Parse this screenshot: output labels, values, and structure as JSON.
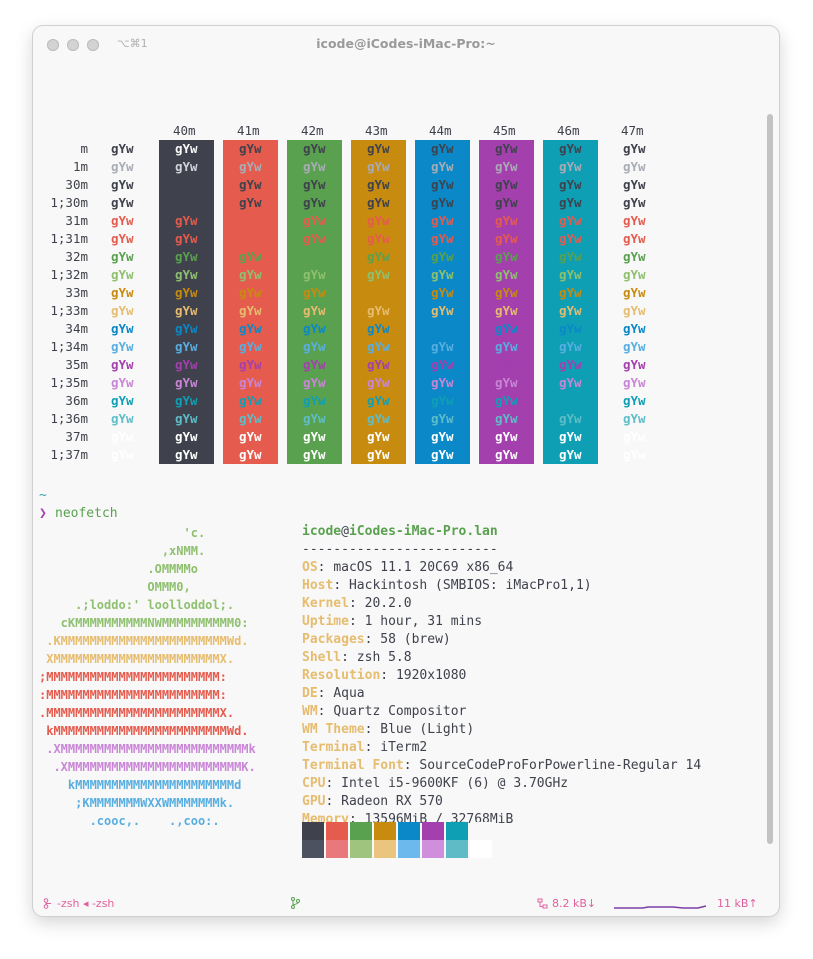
{
  "window": {
    "title": "icode@iCodes-iMac-Pro:~",
    "shortcut": "⌥⌘1"
  },
  "colortest": {
    "bg_headers": [
      "40m",
      "41m",
      "42m",
      "43m",
      "44m",
      "45m",
      "46m",
      "47m"
    ],
    "row_labels": [
      "m",
      "1m",
      "30m",
      "1;30m",
      "31m",
      "1;31m",
      "32m",
      "1;32m",
      "33m",
      "1;33m",
      "34m",
      "1;34m",
      "35m",
      "1;35m",
      "36m",
      "1;36m",
      "37m",
      "1;37m"
    ],
    "sample_text": "gYw",
    "bg_colors": [
      "#3f424c",
      "#e55b4d",
      "#59a14f",
      "#c78b10",
      "#0a88c7",
      "#a43fae",
      "#0e9fb5",
      "#f8f8f8"
    ],
    "fg_colors": [
      "#3f424c",
      "#a8acb5",
      "#3f424c",
      "#3f424c",
      "#e55b4d",
      "#e55b4d",
      "#59a14f",
      "#8ec06f",
      "#c78b10",
      "#e6bc6f",
      "#0a88c7",
      "#58aee0",
      "#a43fae",
      "#c985d6",
      "#0e9fb5",
      "#5dbdc8",
      "#ffffff",
      "#ffffff"
    ]
  },
  "prompt": {
    "tilde": "~",
    "arrow": "❯",
    "command": "neofetch"
  },
  "neofetch": {
    "logo": [
      {
        "text": "                    'c.",
        "color": "#8ec06f"
      },
      {
        "text": "                 ,xNMM.",
        "color": "#8ec06f"
      },
      {
        "text": "               .OMMMMo",
        "color": "#8ec06f"
      },
      {
        "text": "               OMMM0,",
        "color": "#8ec06f"
      },
      {
        "text": "     .;loddo:' loolloddol;.",
        "color": "#8ec06f"
      },
      {
        "text": "   cKMMMMMMMMMMNWMMMMMMMMMM0:",
        "color": "#8ec06f"
      },
      {
        "text": " .KMMMMMMMMMMMMMMMMMMMMMMMWd.",
        "color": "#e6bc6f"
      },
      {
        "text": " XMMMMMMMMMMMMMMMMMMMMMMMX.",
        "color": "#e6bc6f"
      },
      {
        "text": ";MMMMMMMMMMMMMMMMMMMMMMMM:",
        "color": "#e55b4d"
      },
      {
        "text": ":MMMMMMMMMMMMMMMMMMMMMMMM:",
        "color": "#e55b4d"
      },
      {
        "text": ".MMMMMMMMMMMMMMMMMMMMMMMMX.",
        "color": "#e55b4d"
      },
      {
        "text": " kMMMMMMMMMMMMMMMMMMMMMMMMWd.",
        "color": "#e55b4d"
      },
      {
        "text": " .XMMMMMMMMMMMMMMMMMMMMMMMMMMk",
        "color": "#c985d6"
      },
      {
        "text": "  .XMMMMMMMMMMMMMMMMMMMMMMMMK.",
        "color": "#c985d6"
      },
      {
        "text": "    kMMMMMMMMMMMMMMMMMMMMMMd",
        "color": "#58aee0"
      },
      {
        "text": "     ;KMMMMMMMWXXWMMMMMMMk.",
        "color": "#58aee0"
      },
      {
        "text": "       .cooc,.    .,coo:.",
        "color": "#58aee0"
      }
    ],
    "user": "icode",
    "at": "@",
    "host": "iCodes-iMac-Pro.lan",
    "separator": "-------------------------",
    "fields": [
      {
        "key": "OS",
        "value": "macOS 11.1 20C69 x86_64"
      },
      {
        "key": "Host",
        "value": "Hackintosh (SMBIOS: iMacPro1,1)"
      },
      {
        "key": "Kernel",
        "value": "20.2.0"
      },
      {
        "key": "Uptime",
        "value": "1 hour, 31 mins"
      },
      {
        "key": "Packages",
        "value": "58 (brew)"
      },
      {
        "key": "Shell",
        "value": "zsh 5.8"
      },
      {
        "key": "Resolution",
        "value": "1920x1080"
      },
      {
        "key": "DE",
        "value": "Aqua"
      },
      {
        "key": "WM",
        "value": "Quartz Compositor"
      },
      {
        "key": "WM Theme",
        "value": "Blue (Light)"
      },
      {
        "key": "Terminal",
        "value": "iTerm2"
      },
      {
        "key": "Terminal Font",
        "value": "SourceCodeProForPowerline-Regular 14"
      },
      {
        "key": "CPU",
        "value": "Intel i5-9600KF (6) @ 3.70GHz"
      },
      {
        "key": "GPU",
        "value": "Radeon RX 570"
      },
      {
        "key": "Memory",
        "value": "13596MiB / 32768MiB"
      }
    ],
    "key_color": "#e6bc6f",
    "palette_top": [
      "#3f424c",
      "#e55b4d",
      "#59a14f",
      "#c78b10",
      "#0a88c7",
      "#a43fae",
      "#0e9fb5",
      "#f8f8f8"
    ],
    "palette_bottom": [
      "#4d5260",
      "#e8787c",
      "#9fc47e",
      "#ebc47e",
      "#6cb9ee",
      "#cf8fdc",
      "#5fbcc6",
      "#ffffff"
    ]
  },
  "statusbar": {
    "session": "-zsh ◂ -zsh",
    "branch_icon": "branch-icon",
    "down_rate": "8.2 kB↓",
    "up_rate": "11 kB↑"
  },
  "colors": {
    "accent_pink": "#e0609e",
    "prompt_purple": "#a43fae",
    "text": "#3f424c"
  }
}
